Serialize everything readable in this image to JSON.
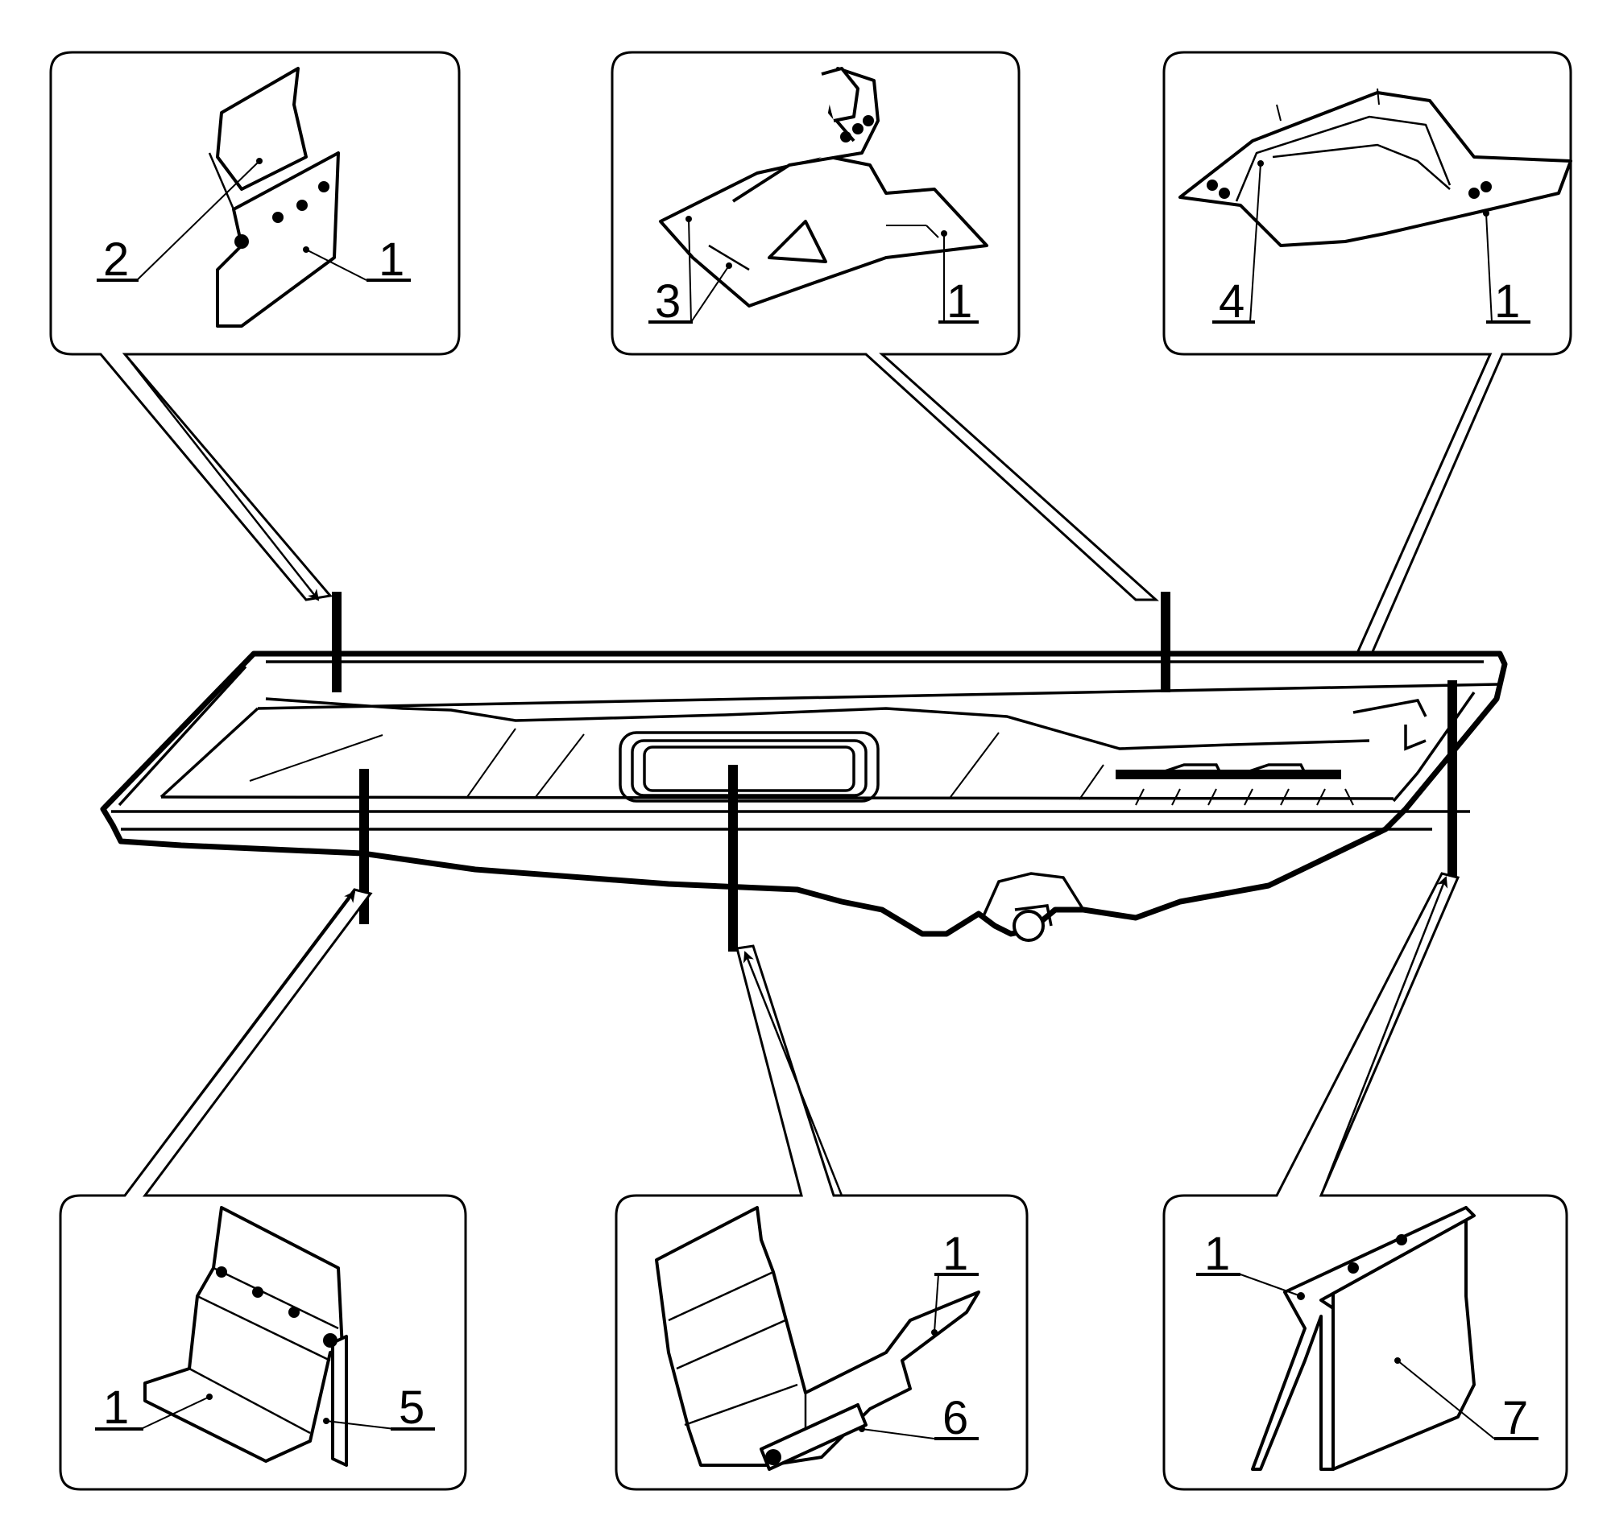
{
  "labels": {
    "top_left": [
      "2",
      "1"
    ],
    "top_center": [
      "3",
      "1"
    ],
    "top_right": [
      "4",
      "1"
    ],
    "bottom_left": [
      "1",
      "5"
    ],
    "bottom_center": [
      "1",
      "6"
    ],
    "bottom_right": [
      "1",
      "7"
    ]
  }
}
